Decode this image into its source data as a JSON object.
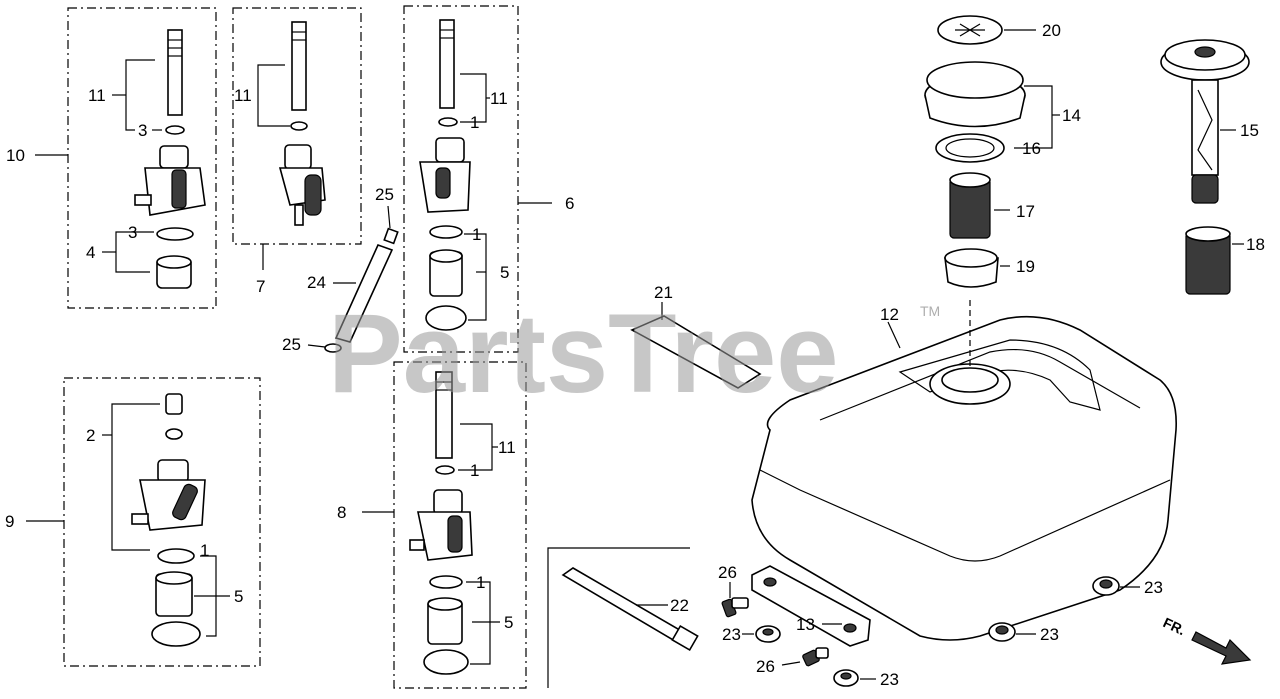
{
  "watermark": {
    "text": "PartsTree",
    "trademark": "TM"
  },
  "callouts": {
    "c10": "10",
    "c11a": "11",
    "c3a": "3",
    "c3b": "3",
    "c4": "4",
    "c11b": "11",
    "c7": "7",
    "c25a": "25",
    "c24": "24",
    "c25b": "25",
    "c11c": "11",
    "c1a": "1",
    "c1b": "1",
    "c5a": "5",
    "c6": "6",
    "c2": "2",
    "c9": "9",
    "c1c": "1",
    "c5b": "5",
    "c8": "8",
    "c11d": "11",
    "c1d": "1",
    "c1e": "1",
    "c5c": "5",
    "c21": "21",
    "c22": "22",
    "c20": "20",
    "c14": "14",
    "c16": "16",
    "c17": "17",
    "c19": "19",
    "c15": "15",
    "c18": "18",
    "c12": "12",
    "c26a": "26",
    "c23a": "23",
    "c13": "13",
    "c26b": "26",
    "c23b": "23",
    "c23c": "23",
    "c23d": "23"
  },
  "direction": {
    "label": "FR."
  }
}
